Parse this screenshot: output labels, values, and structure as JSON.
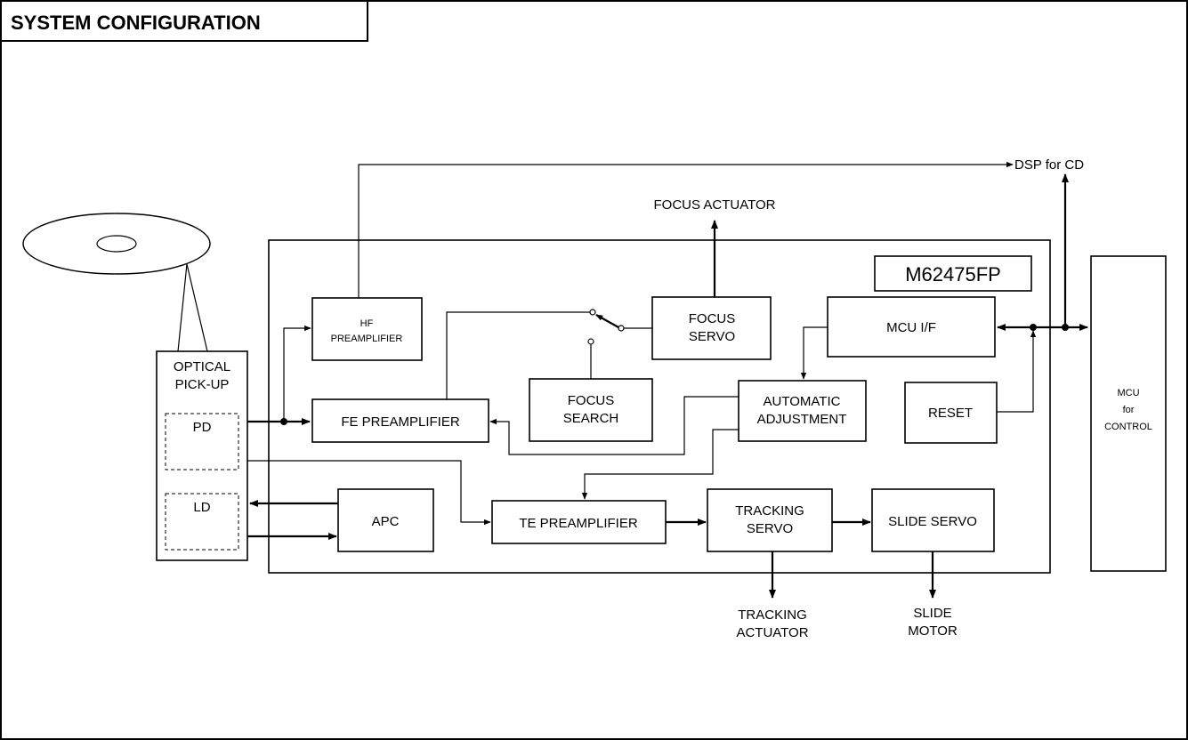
{
  "title": "SYSTEM CONFIGURATION",
  "chip": {
    "label": "M62475FP"
  },
  "blocks": {
    "hf_preamp": [
      "HF",
      "PREAMPLIFIER"
    ],
    "fe_preamp": [
      "FE PREAMPLIFIER"
    ],
    "te_preamp": [
      "TE PREAMPLIFIER"
    ],
    "apc": [
      "APC"
    ],
    "focus_servo": [
      "FOCUS",
      "SERVO"
    ],
    "focus_search": [
      "FOCUS",
      "SEARCH"
    ],
    "mcu_if": [
      "MCU I/F"
    ],
    "auto_adjust": [
      "AUTOMATIC",
      "ADJUSTMENT"
    ],
    "reset": [
      "RESET"
    ],
    "tracking_servo": [
      "TRACKING",
      "SERVO"
    ],
    "slide_servo": [
      "SLIDE SERVO"
    ],
    "optical_pickup": [
      "OPTICAL",
      "PICK-UP"
    ],
    "pd": [
      "PD"
    ],
    "ld": [
      "LD"
    ],
    "mcu_control": [
      "MCU",
      "for",
      "CONTROL"
    ]
  },
  "outputs": {
    "dsp": [
      "DSP for CD"
    ],
    "focus_actuator": [
      "FOCUS ACTUATOR"
    ],
    "tracking_actuator": [
      "TRACKING",
      "ACTUATOR"
    ],
    "slide_motor": [
      "SLIDE",
      "MOTOR"
    ]
  }
}
